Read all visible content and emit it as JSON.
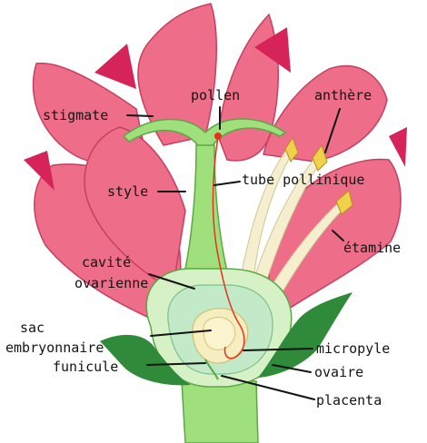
{
  "colors": {
    "petal": "#ee6d88",
    "petal_edge": "#c73f60",
    "petal_tip": "#d6245a",
    "pistil": "#9fe07c",
    "pistil_edge": "#5aa845",
    "ovary_outer": "#d7f1c6",
    "ovary_inner": "#c2e9c8",
    "ovule": "#f6eebe",
    "sac": "#fbf4cf",
    "sepal": "#2f8a3a",
    "pollen_tube": "#e8321e",
    "stamen_fill": "#f6efcf",
    "anther": "#f1d04a",
    "label_text": "#141414"
  },
  "labels": {
    "pollen": "pollen",
    "stigmate": "stigmate",
    "anthere": "anthère",
    "style": "style",
    "tube_pollinique": "tube pollinique",
    "etamine": "étamine",
    "cavite": "cavité",
    "ovarienne": "ovarienne",
    "sac": "sac",
    "embryonnaire": "embryonnaire",
    "micropyle": "micropyle",
    "ovaire": "ovaire",
    "funicule": "funicule",
    "placenta": "placenta"
  }
}
